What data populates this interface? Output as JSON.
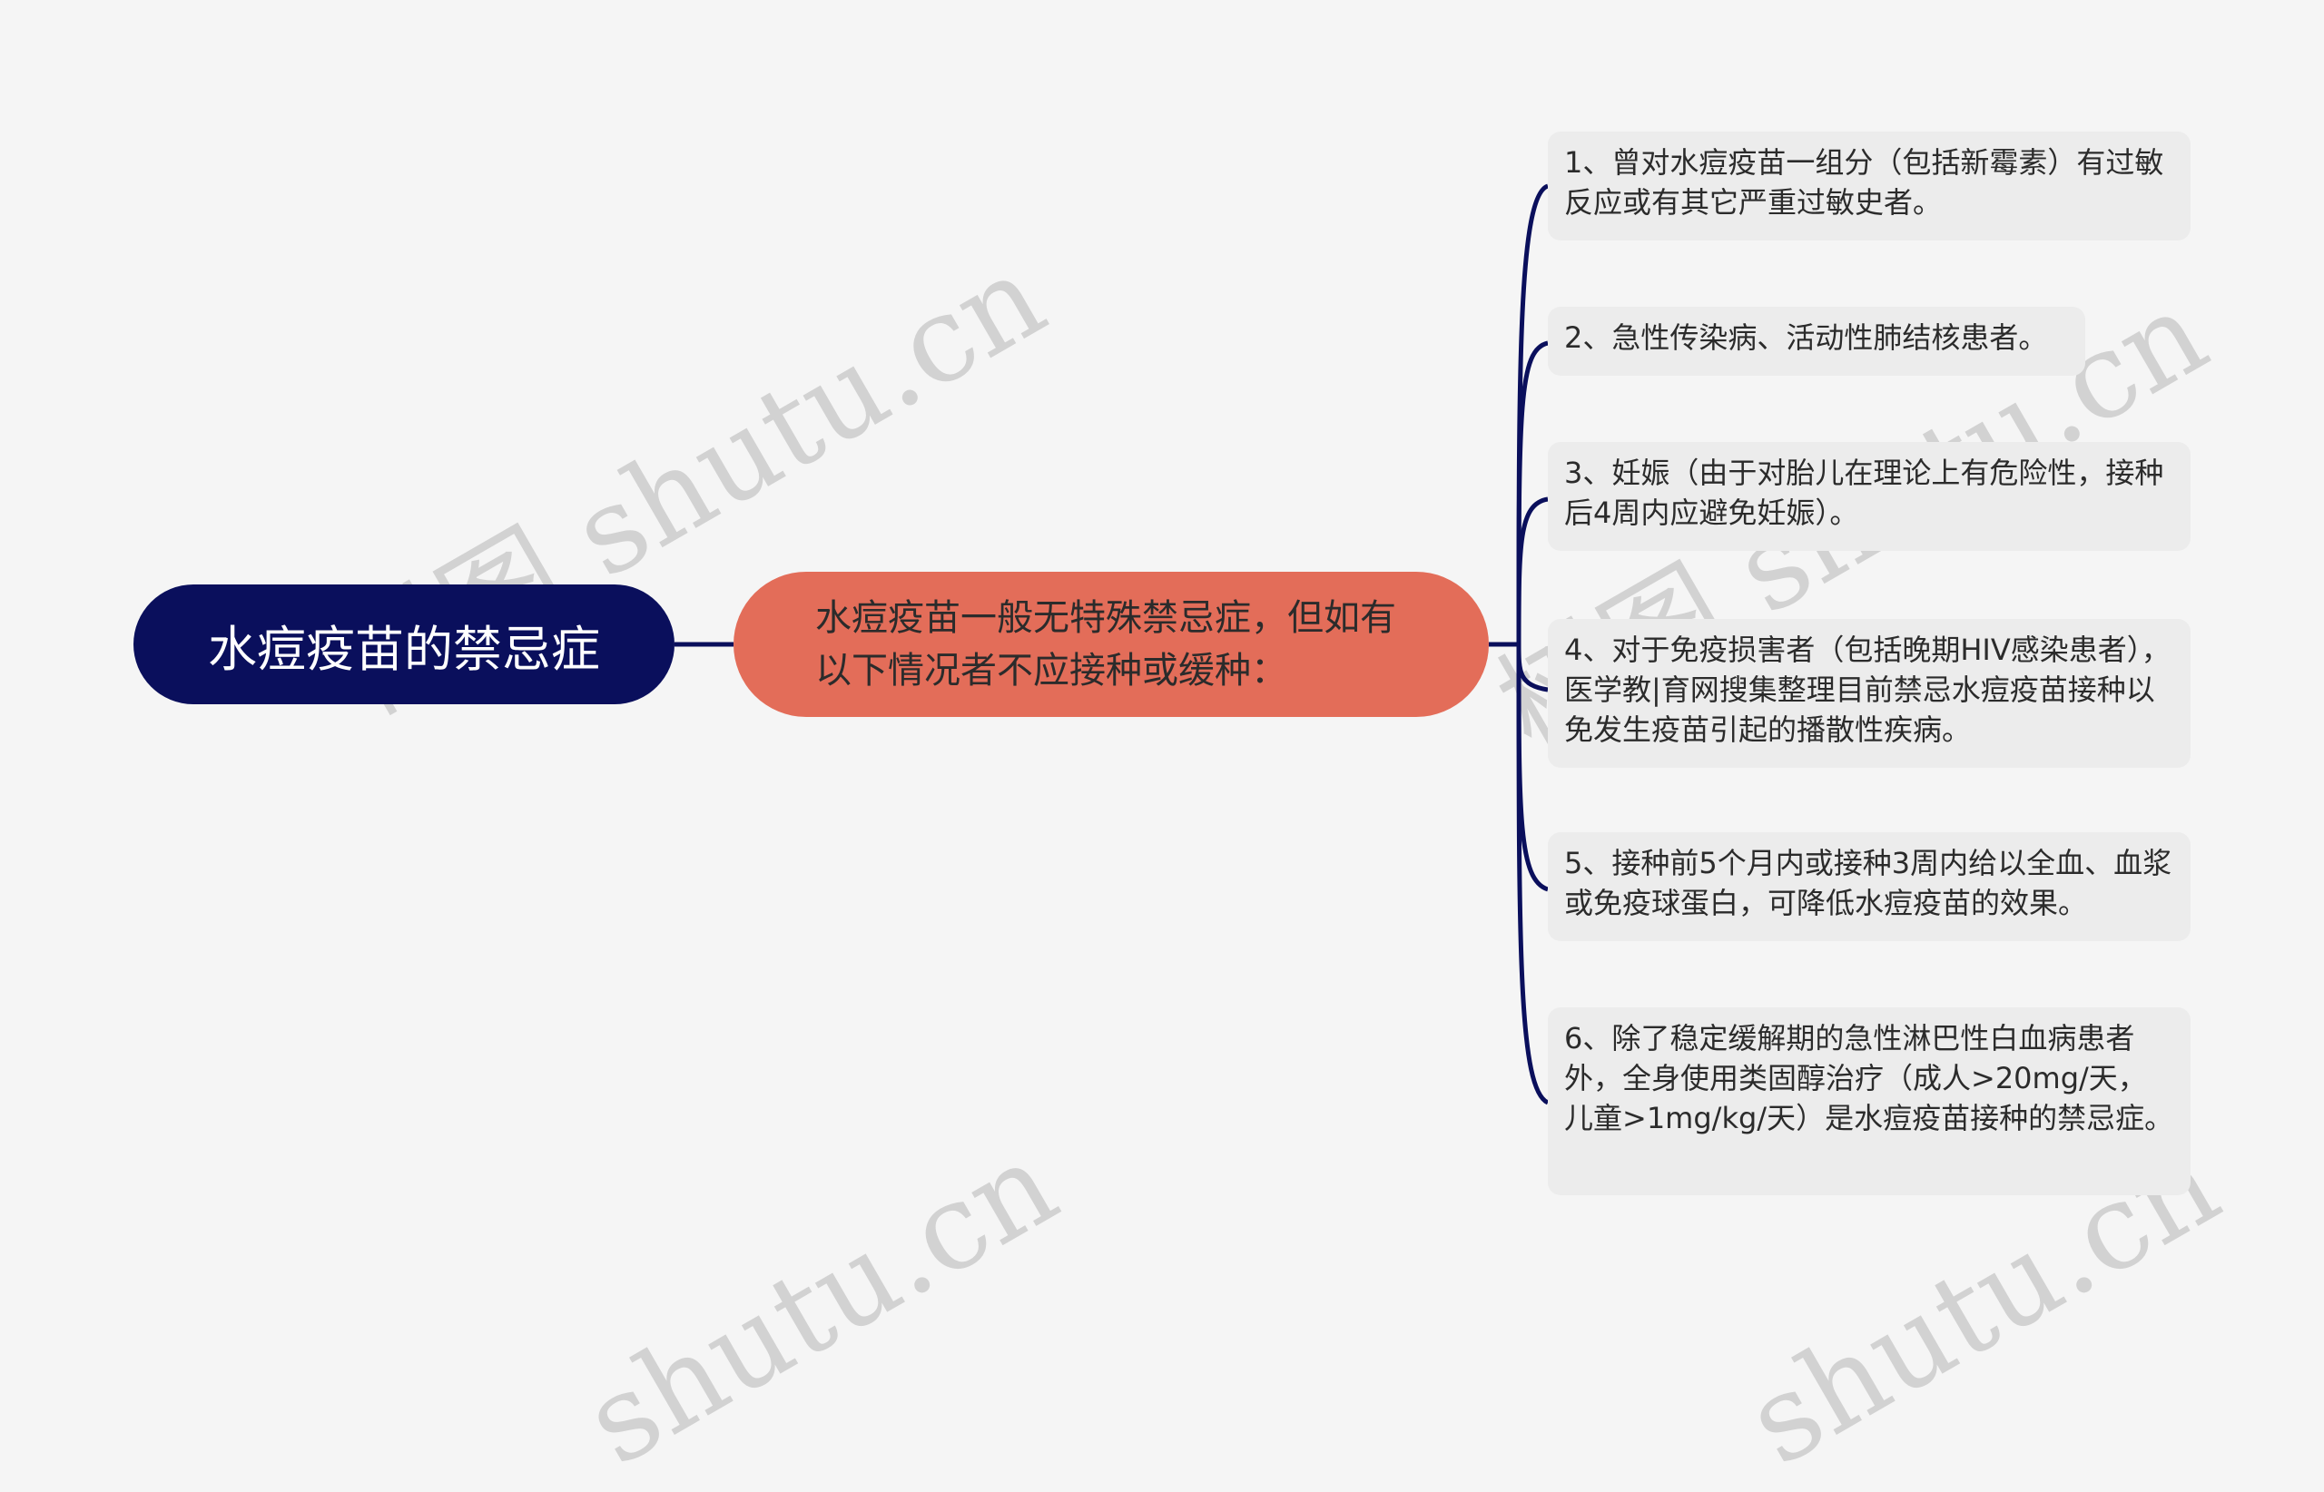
{
  "root": {
    "label": "水痘疫苗的禁忌症"
  },
  "center": {
    "label": "水痘疫苗一般无特殊禁忌症，但如有以下情况者不应接种或缓种："
  },
  "leaves": [
    {
      "label": "1、曾对水痘疫苗一组分（包括新霉素）有过敏反应或有其它严重过敏史者。"
    },
    {
      "label": "2、急性传染病、活动性肺结核患者。"
    },
    {
      "label": "3、妊娠（由于对胎儿在理论上有危险性，接种后4周内应避免妊娠）。"
    },
    {
      "label": "4、对于免疫损害者（包括晚期HIV感染患者），医学教|育网搜集整理目前禁忌水痘疫苗接种以免发生疫苗引起的播散性疾病。"
    },
    {
      "label": "5、接种前5个月内或接种3周内给以全血、血浆或免疫球蛋白，可降低水痘疫苗的效果。"
    },
    {
      "label": "6、除了稳定缓解期的急性淋巴性白血病患者外，全身使用类固醇治疗（成人>20mg/天，儿童>1mg/kg/天）是水痘疫苗接种的禁忌症。"
    }
  ],
  "watermark": {
    "text1": "树图 shutu.cn",
    "text2": "树图 shutu.cn",
    "text3": "shutu.cn",
    "text4": "shutu.cn"
  },
  "colors": {
    "root": "#0a0f5c",
    "center": "#e36d59",
    "line": "#0a0f5c",
    "leaf_bg": "#ececec",
    "background": "#f5f5f5"
  }
}
